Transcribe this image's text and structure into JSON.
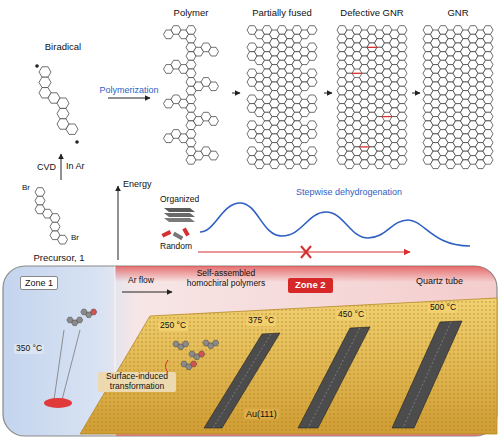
{
  "diagram": {
    "nodes": [
      {
        "text": [
          "Biradical"
        ]
      },
      {
        "text": [
          "Polymer"
        ]
      },
      {
        "text": [
          "Partially fused"
        ]
      },
      {
        "text": [
          "Defective GNR"
        ]
      },
      {
        "text": [
          "GNR"
        ]
      },
      {
        "text": [
          "Precursor, 1"
        ]
      },
      {
        "text": [
          "Zone 2"
        ]
      }
    ],
    "edges": [
      {
        "from": 5,
        "to": 0,
        "arrow": "to",
        "label": "CVD"
      },
      {
        "from": 0,
        "to": 1,
        "arrow": "to",
        "label": "Polymerization"
      },
      {
        "from": 1,
        "to": 2,
        "arrow": "to"
      },
      {
        "from": 2,
        "to": 3,
        "arrow": "to"
      },
      {
        "from": 3,
        "to": 4,
        "arrow": "to"
      }
    ],
    "labels": [
      "In Ar",
      "Br",
      "Br",
      "Energy",
      "Organized",
      "Random",
      "Stepwise dehydrogenation",
      "Zone 1",
      "Ar flow",
      "Self-assembled homochiral polymers",
      "Quartz tube",
      "350 °C",
      "250 °C",
      "375 °C",
      "450 °C",
      "500 °C",
      "Surface-induced transformation",
      "Au(111)"
    ]
  }
}
